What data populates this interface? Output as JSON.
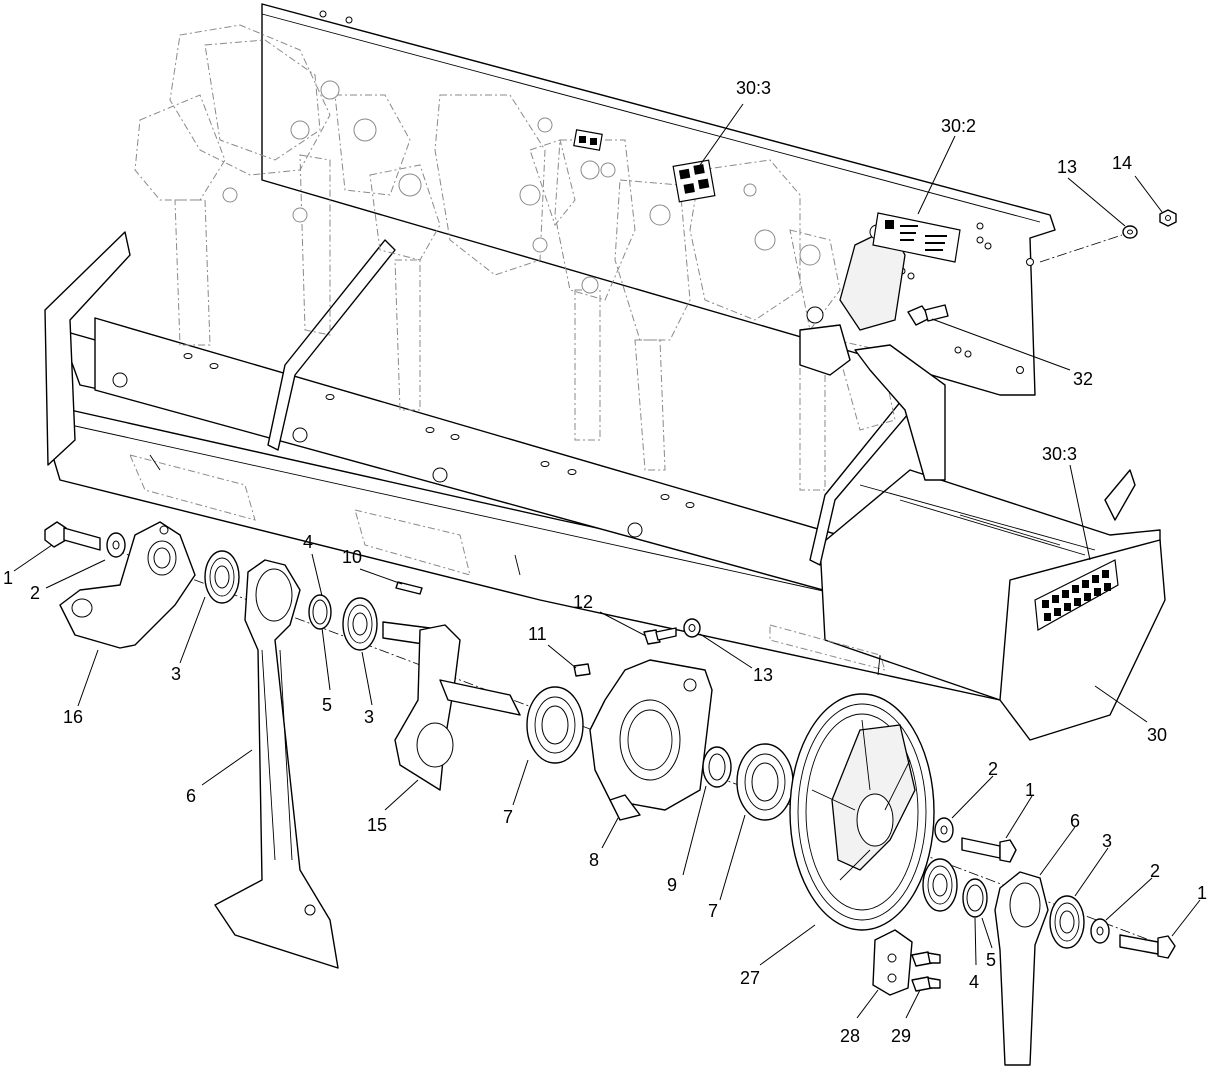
{
  "callouts": {
    "c_1_left": "1",
    "c_2_left": "2",
    "c_3_left": "3",
    "c_16": "16",
    "c_6_left": "6",
    "c_4_left": "4",
    "c_5_left": "5",
    "c_3_mid": "3",
    "c_10": "10",
    "c_15": "15",
    "c_12": "12",
    "c_11": "11",
    "c_13_mid": "13",
    "c_7_left": "7",
    "c_8": "8",
    "c_9": "9",
    "c_7_right": "7",
    "c_27": "27",
    "c_28": "28",
    "c_29": "29",
    "c_2_mid": "2",
    "c_1_mid": "1",
    "c_6_right": "6",
    "c_3_right": "3",
    "c_2_right": "2",
    "c_1_right": "1",
    "c_4_right": "4",
    "c_5_right": "5",
    "c_30": "30",
    "c_30_3_top": "30:3",
    "c_30_2": "30:2",
    "c_13_top": "13",
    "c_14": "14",
    "c_32": "32",
    "c_30_3_side": "30:3"
  }
}
